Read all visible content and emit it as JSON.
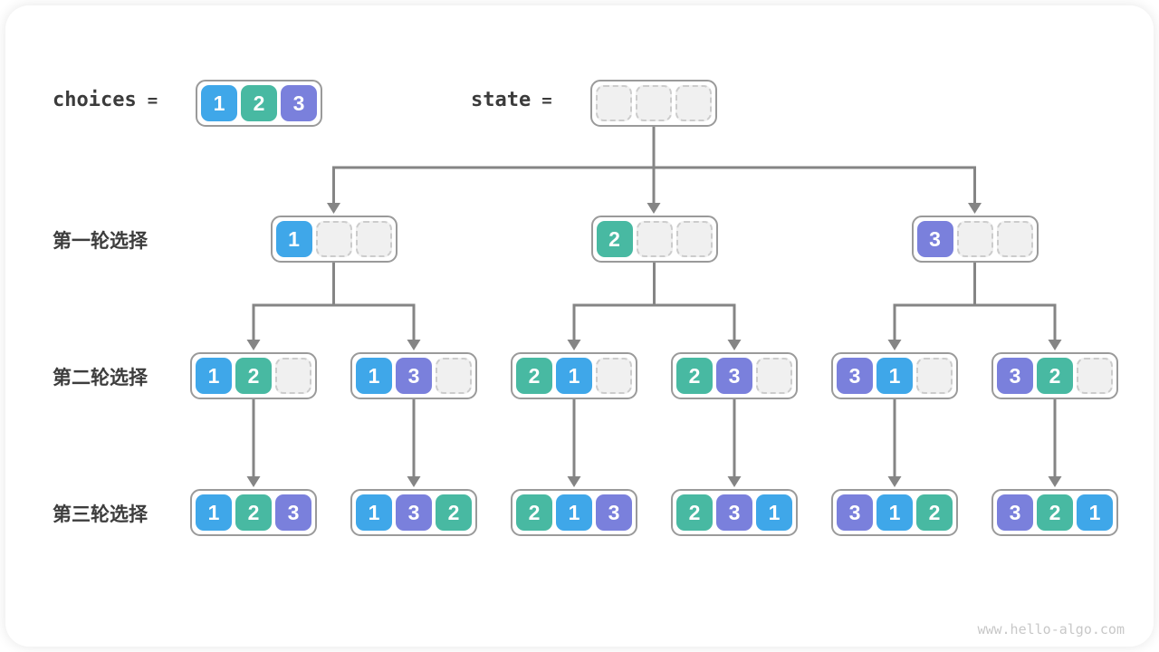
{
  "page": {
    "watermark": "www.hello-algo.com"
  },
  "palette": {
    "1": "#3fa7e9",
    "2": "#48b9a2",
    "3": "#7a80dc",
    "empty_bg": "#f0f0f0",
    "empty_border": "#cccccc",
    "node_border": "#9a9a9a",
    "arrow": "#858585",
    "text_dark": "#3b3b3b",
    "watermark": "#c8c8c8"
  },
  "header": {
    "choices": {
      "label": "choices",
      "equals": "=",
      "values": [
        "1",
        "2",
        "3"
      ]
    },
    "state": {
      "label": "state",
      "equals": "=",
      "slots": [
        "",
        "",
        ""
      ]
    }
  },
  "rows": [
    {
      "label": "第一轮选择",
      "nodes": [
        [
          "1",
          "",
          ""
        ],
        [
          "2",
          "",
          ""
        ],
        [
          "3",
          "",
          ""
        ]
      ]
    },
    {
      "label": "第二轮选择",
      "nodes": [
        [
          "1",
          "2",
          ""
        ],
        [
          "1",
          "3",
          ""
        ],
        [
          "2",
          "1",
          ""
        ],
        [
          "2",
          "3",
          ""
        ],
        [
          "3",
          "1",
          ""
        ],
        [
          "3",
          "2",
          ""
        ]
      ]
    },
    {
      "label": "第三轮选择",
      "nodes": [
        [
          "1",
          "2",
          "3"
        ],
        [
          "1",
          "3",
          "2"
        ],
        [
          "2",
          "1",
          "3"
        ],
        [
          "2",
          "3",
          "1"
        ],
        [
          "3",
          "1",
          "2"
        ],
        [
          "3",
          "2",
          "1"
        ]
      ]
    }
  ]
}
